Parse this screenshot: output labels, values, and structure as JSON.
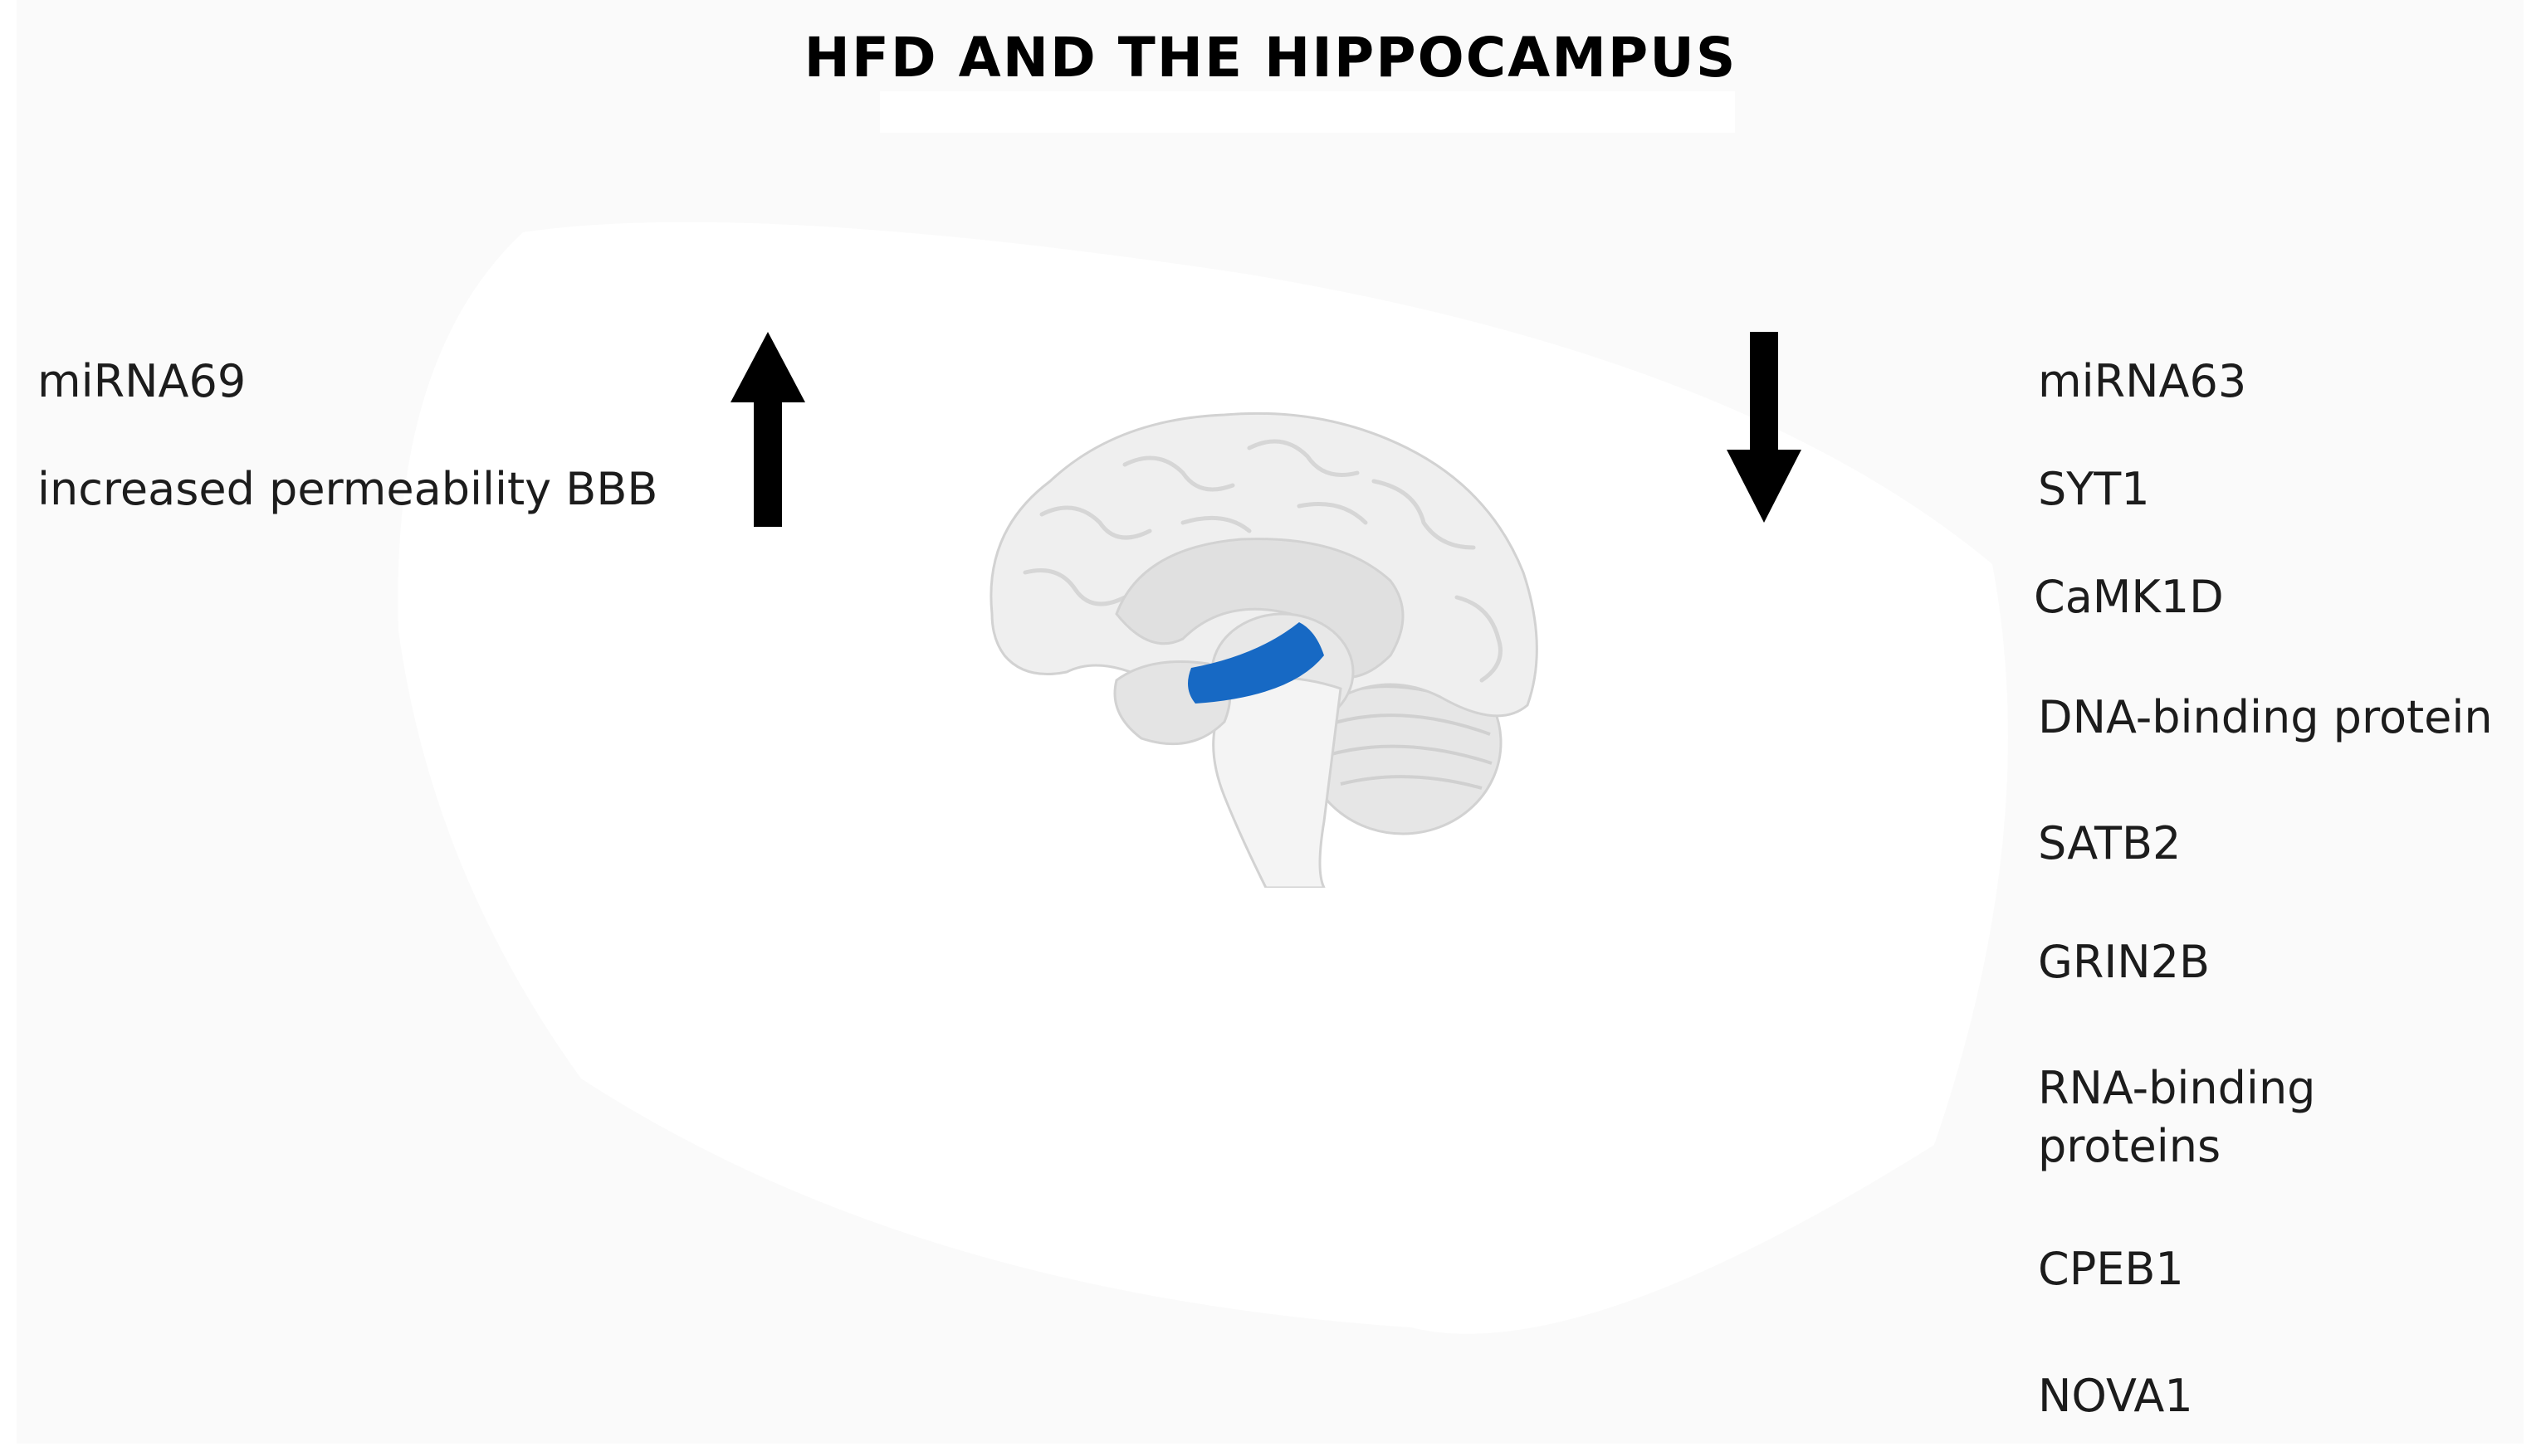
{
  "title": "HFD AND THE HIPPOCAMPUS",
  "increased": {
    "items": [
      "miRNA69",
      "increased permeability BBB"
    ]
  },
  "decreased": {
    "items": [
      "miRNA63",
      "SYT1",
      "CaMK1D",
      "DNA-binding protein",
      "SATB2",
      "GRIN2B",
      "RNA-binding proteins",
      "CPEB1",
      "NOVA1"
    ]
  },
  "icons": {
    "up": "up-arrow-icon",
    "down": "down-arrow-icon",
    "brain": "brain-icon",
    "hippocampus": "hippocampus-region"
  },
  "colors": {
    "hippocampus": "#1769c4",
    "arrow": "#000000",
    "brain_fill": "#efefef",
    "brain_outline": "#d2d2d2"
  }
}
